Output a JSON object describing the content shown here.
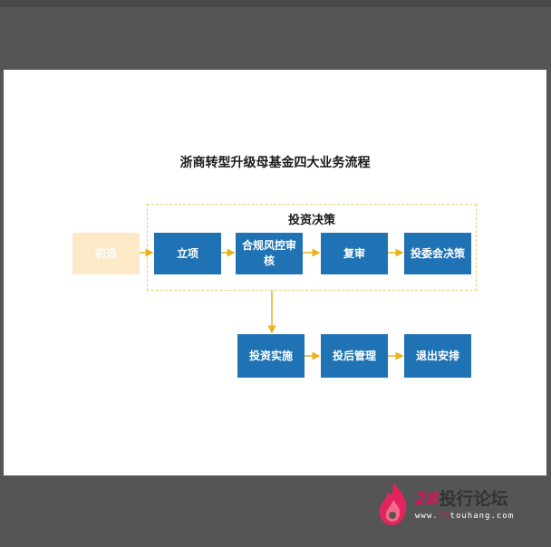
{
  "diagram": {
    "title": "浙商转型升级母基金四大业务流程",
    "group_label": "投资决策",
    "steps": {
      "initial": "初选",
      "project": "立项",
      "compliance": "合规风控审核",
      "review": "复审",
      "committee": "投委会决策",
      "implementation": "投资实施",
      "post_management": "投后管理",
      "exit": "退出安排"
    }
  },
  "watermark": {
    "number": "28",
    "name": "投行论坛",
    "url_prefix": "www.",
    "url_highlight": "28",
    "url_suffix": "touhang.com"
  },
  "colors": {
    "box": "#1f72b4",
    "initial_box": "#fbe9c8",
    "arrow": "#e8b21a",
    "group_border": "#e6cc7a"
  }
}
